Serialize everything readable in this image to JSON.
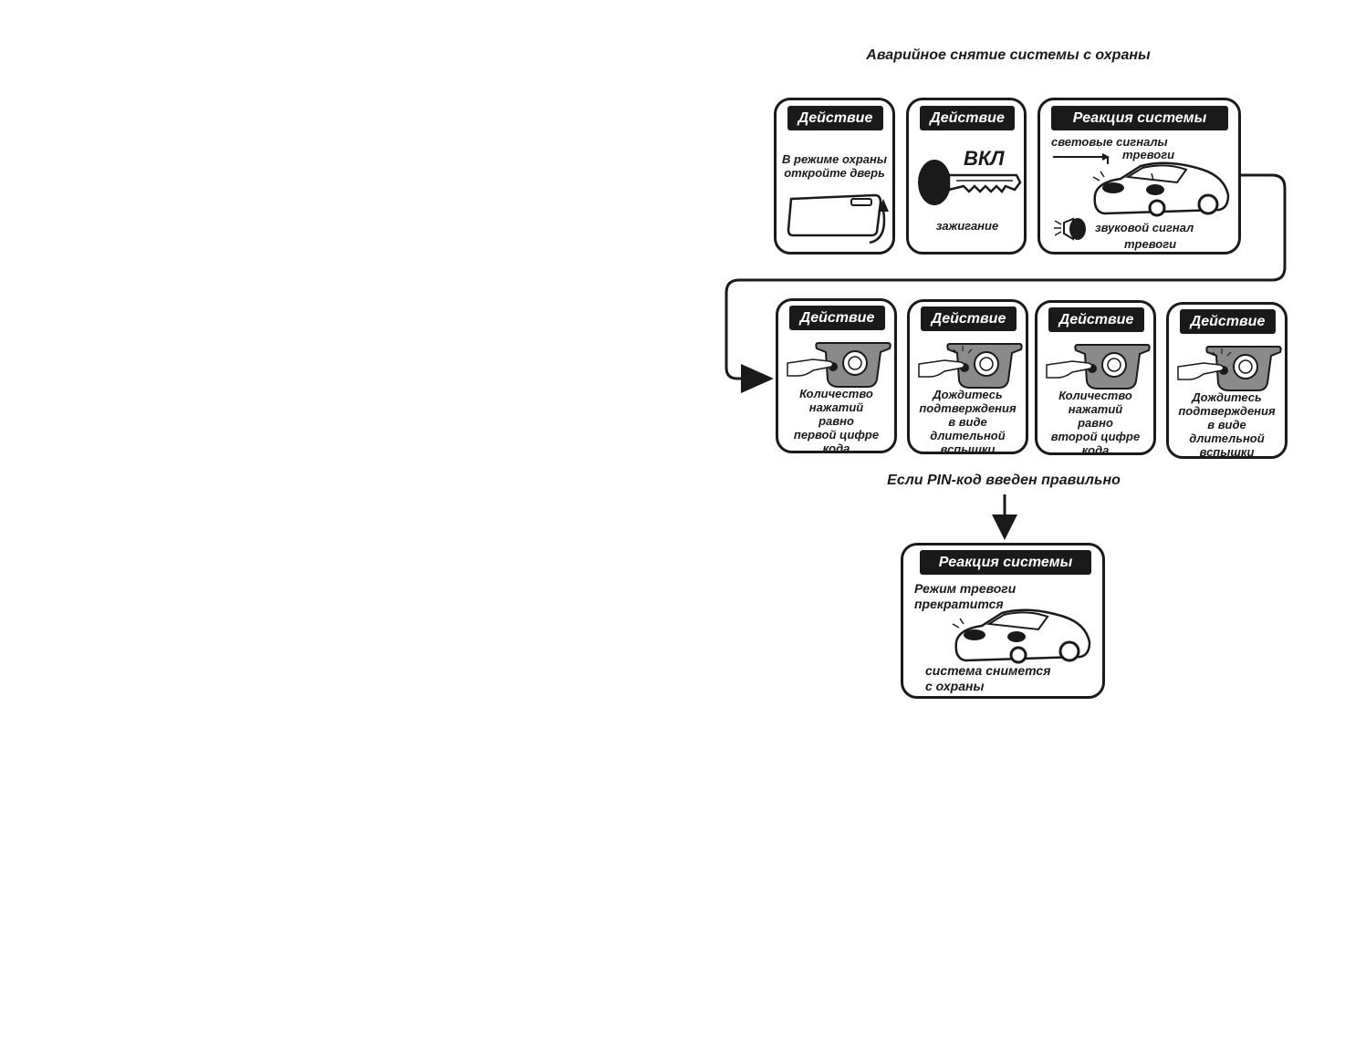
{
  "title": "Аварийное снятие системы с охраны",
  "row1": [
    {
      "tag": "Действие",
      "text": "В режиме охраны\nоткройте дверь"
    },
    {
      "tag": "Действие",
      "key_label": "ВКЛ",
      "caption": "зажигание"
    },
    {
      "tag": "Реакция системы",
      "light_text_1": "световые сигналы",
      "light_text_2": "тревоги",
      "sound_text_1": "звуковой сигнал",
      "sound_text_2": "тревоги"
    }
  ],
  "row2": [
    {
      "tag": "Действие",
      "lines": [
        "Количество",
        "нажатий",
        "равно",
        "первой цифре",
        "кода"
      ]
    },
    {
      "tag": "Действие",
      "lines": [
        "Дождитесь",
        "подтверждения",
        "в виде",
        "длительной",
        "вспышки"
      ]
    },
    {
      "tag": "Действие",
      "lines": [
        "Количество",
        "нажатий",
        "равно",
        "второй цифре",
        "кода"
      ]
    },
    {
      "tag": "Действие",
      "lines": [
        "Дождитесь",
        "подтверждения",
        "в виде",
        "длительной",
        "вспышки"
      ]
    }
  ],
  "condition": "Если PIN-код введен правильно",
  "result": {
    "tag": "Реакция системы",
    "line1": "Режим тревоги",
    "line2": "прекратится",
    "line3": "система снимется",
    "line4": "с охраны"
  },
  "colors": {
    "ink": "#1a1a1a",
    "device_fill": "#8a8a8a",
    "background": "#ffffff"
  }
}
